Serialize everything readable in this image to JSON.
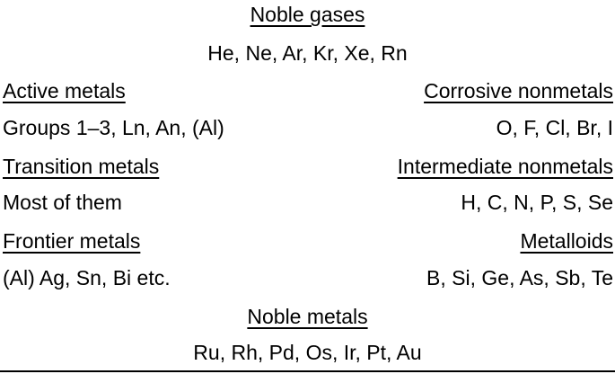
{
  "noble_gases": {
    "heading": "Noble gases",
    "members": "He, Ne, Ar, Kr, Xe, Rn"
  },
  "active_metals": {
    "heading": "Active metals",
    "members": "Groups 1–3, Ln, An, (Al)"
  },
  "corrosive_nonmetals": {
    "heading": "Corrosive nonmetals",
    "members": "O, F, Cl, Br, I"
  },
  "transition_metals": {
    "heading": "Transition metals",
    "members": "Most of them"
  },
  "intermediate_nonmetals": {
    "heading": "Intermediate nonmetals",
    "members": "H, C, N, P, S, Se"
  },
  "frontier_metals": {
    "heading": "Frontier metals",
    "members": "(Al) Ag, Sn, Bi etc."
  },
  "metalloids": {
    "heading": "Metalloids",
    "members": "B, Si, Ge, As, Sb, Te"
  },
  "noble_metals": {
    "heading": "Noble metals",
    "members": "Ru, Rh, Pd, Os, Ir, Pt, Au"
  }
}
